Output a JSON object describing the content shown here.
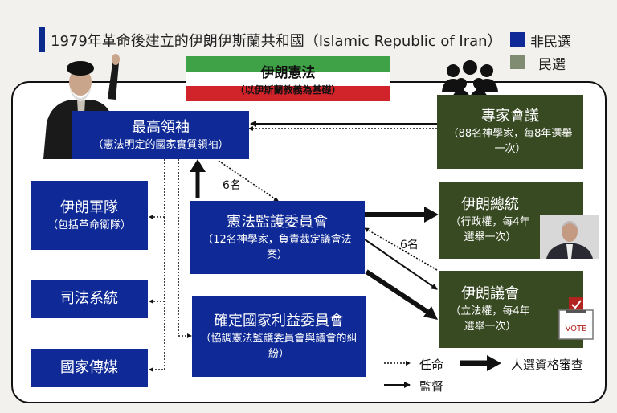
{
  "title": "1979年革命後建立的伊朗伊斯蘭共和國（Islamic Republic of Iran）",
  "legend": {
    "unelected": {
      "label": "非民選",
      "color": "#0f2a96"
    },
    "elected": {
      "label": "民選",
      "color": "#7f8c72"
    }
  },
  "constitution": {
    "title": "伊朗憲法",
    "subtitle": "（以伊斯蘭教義為基礎）"
  },
  "nodes": {
    "supreme_leader": {
      "title": "最高領袖",
      "subtitle": "（憲法明定的國家實質領袖）"
    },
    "army": {
      "title": "伊朗軍隊",
      "subtitle": "（包括革命衛隊）"
    },
    "judiciary": {
      "title": "司法系統"
    },
    "state_media": {
      "title": "國家傳媒"
    },
    "guardian_council": {
      "title": "憲法監護委員會",
      "subtitle": "（12名神學家，負責裁定議會法案）"
    },
    "expediency_council": {
      "title": "確定國家利益委員會",
      "subtitle": "（協調憲法監護委員會與議會的糾紛）"
    },
    "assembly_of_experts": {
      "title": "專家會議",
      "subtitle": "（88名神學家，每8年選舉一次）"
    },
    "president": {
      "title": "伊朗總統",
      "subtitle": "（行政權，每4年選舉一次）"
    },
    "parliament": {
      "title": "伊朗議會",
      "subtitle": "（立法權，每4年選舉一次）"
    }
  },
  "edge_labels": {
    "leader_to_council": "6名",
    "parliament_to_council": "6名"
  },
  "vote_text": "VOTE",
  "edge_legend": {
    "appoint": "任命",
    "supervise": "監督",
    "vetting": "人選資格審查"
  }
}
